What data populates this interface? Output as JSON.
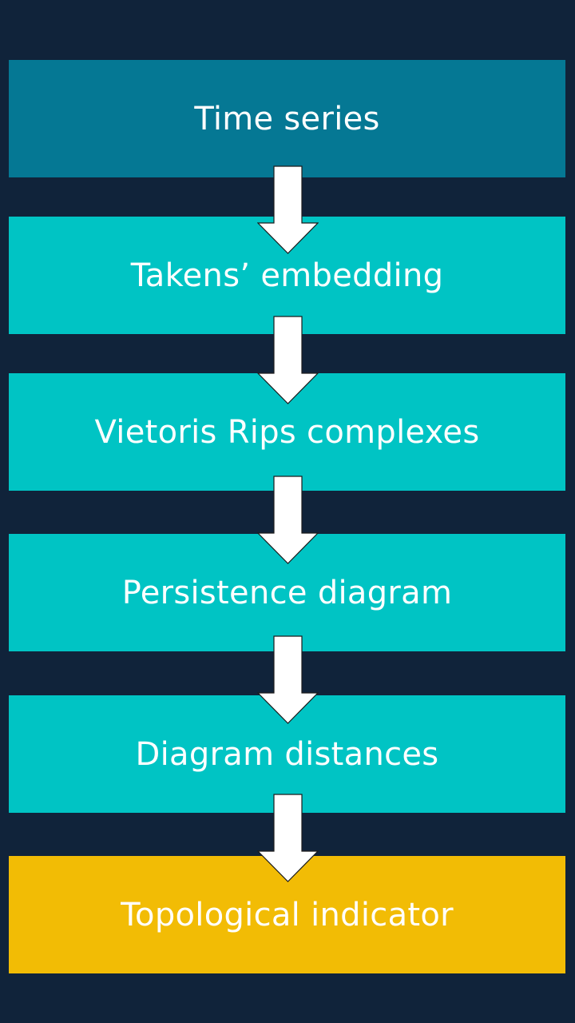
{
  "colors": {
    "background": "#10233a",
    "first_step": "#057894",
    "middle_steps": "#00c4c4",
    "final_step": "#f2bc05",
    "arrow_fill": "#ffffff",
    "arrow_stroke": "#1c1c1c"
  },
  "steps": [
    {
      "label": "Time series"
    },
    {
      "label": "Takens’ embedding"
    },
    {
      "label": "Vietoris Rips complexes"
    },
    {
      "label": "Persistence diagram"
    },
    {
      "label": "Diagram distances"
    },
    {
      "label": "Topological indicator"
    }
  ]
}
